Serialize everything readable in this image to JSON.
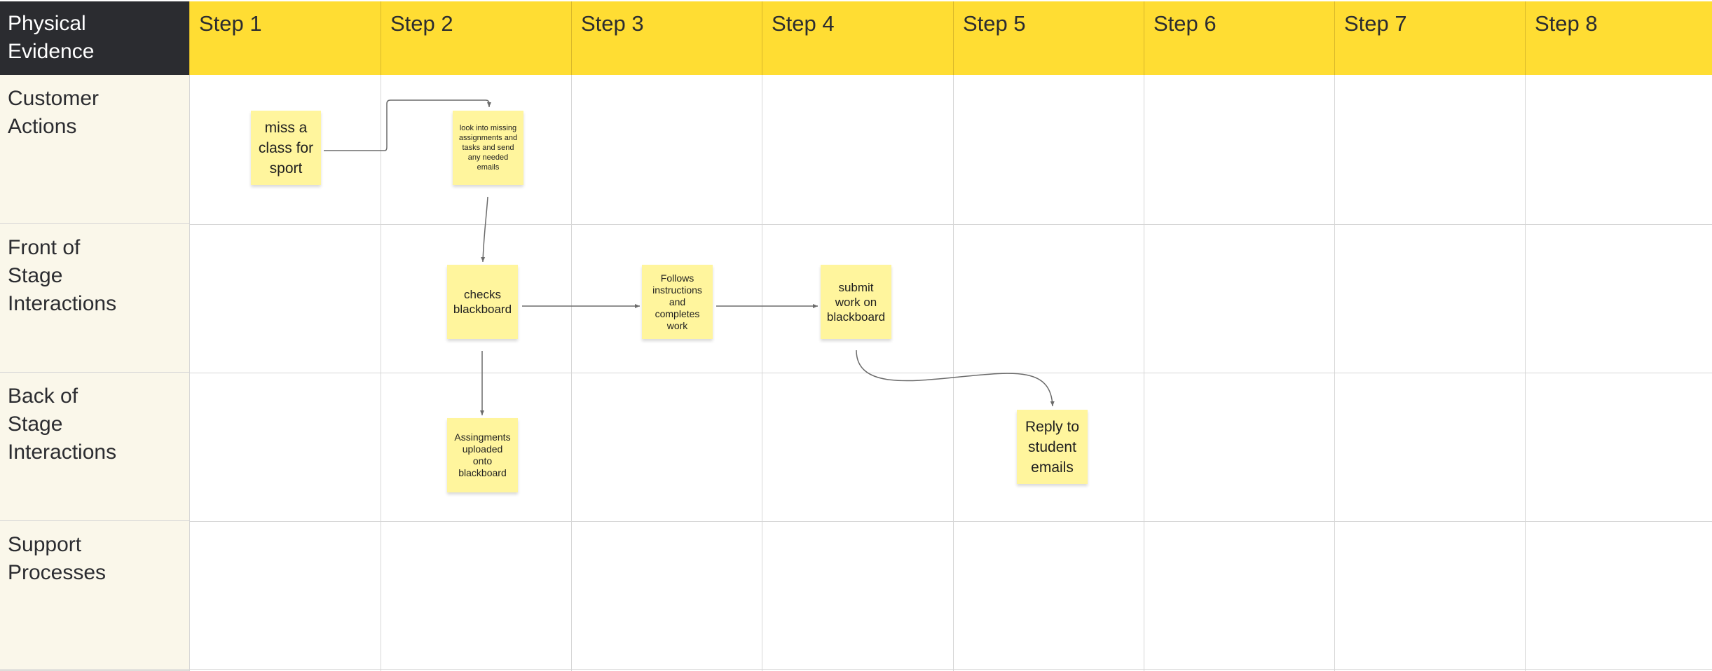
{
  "corner_label": "Physical\nEvidence",
  "steps": [
    "Step 1",
    "Step 2",
    "Step 3",
    "Step 4",
    "Step 5",
    "Step 6",
    "Step 7",
    "Step 8"
  ],
  "rows": [
    "Customer\nActions",
    "Front of\nStage\nInteractions",
    "Back of\nStage\nInteractions",
    "Support\nProcesses"
  ],
  "stickies": {
    "miss_class": "miss a\nclass for\nsport",
    "look_into": "look into missing\nassignments and\ntasks and send\nany needed\nemails",
    "checks_blackboard": "checks\nblackboard",
    "follows_instructions": "Follows\ninstructions\nand\ncompletes\nwork",
    "submit_work": "submit\nwork on\nblackboard",
    "assignments_uploaded": "Assingments\nuploaded\nonto\nblackboard",
    "reply_emails": "Reply to\nstudent\nemails"
  },
  "colors": {
    "header_yellow": "#ffdd33",
    "corner_dark": "#2b2c30",
    "row_label_bg": "#faf7ea",
    "sticky_yellow": "#fff59d",
    "connector": "#6b6b6b"
  }
}
